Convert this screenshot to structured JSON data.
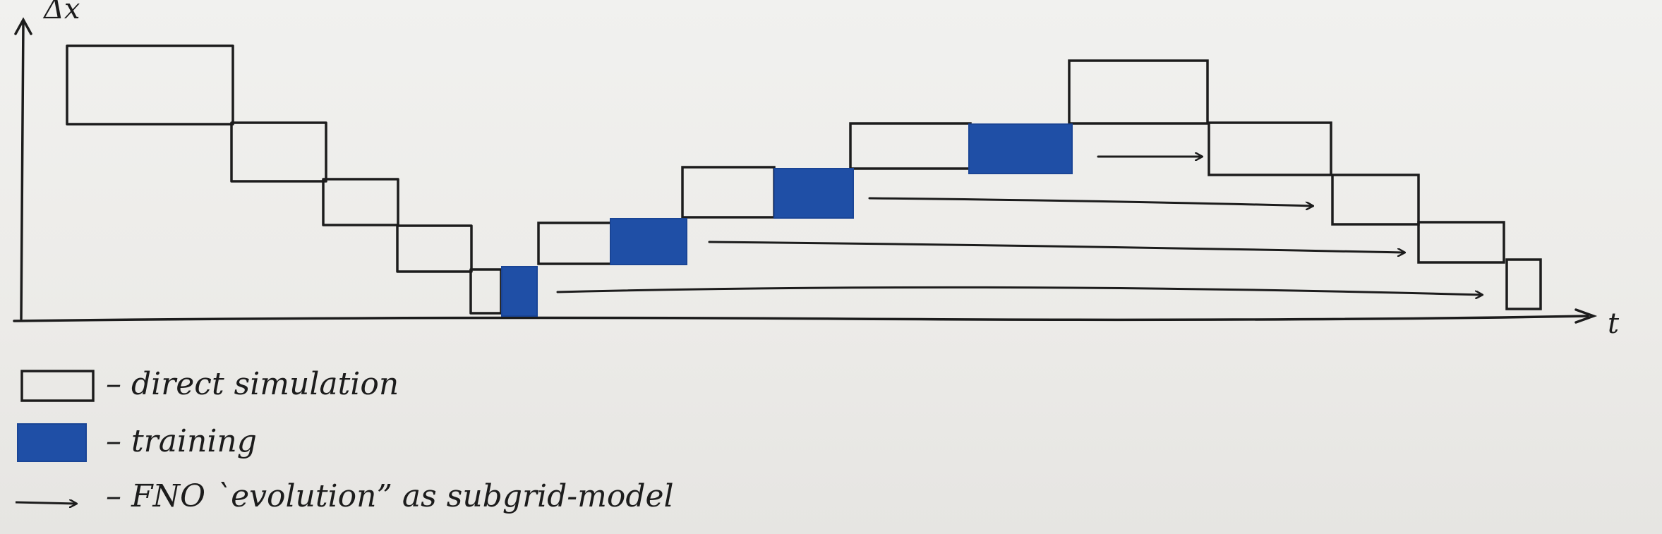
{
  "axes": {
    "y_label": "Δx",
    "x_label": "t"
  },
  "colors": {
    "ink": "#1c1c1c",
    "training": "#1f4fa6",
    "background": "#eeeeec"
  },
  "legend": [
    {
      "symbol": "empty-box",
      "label": "– direct simulation"
    },
    {
      "symbol": "blue-box",
      "label": "– training"
    },
    {
      "symbol": "arrow",
      "label": "– FNO `evolution” as subgrid-model"
    }
  ]
}
